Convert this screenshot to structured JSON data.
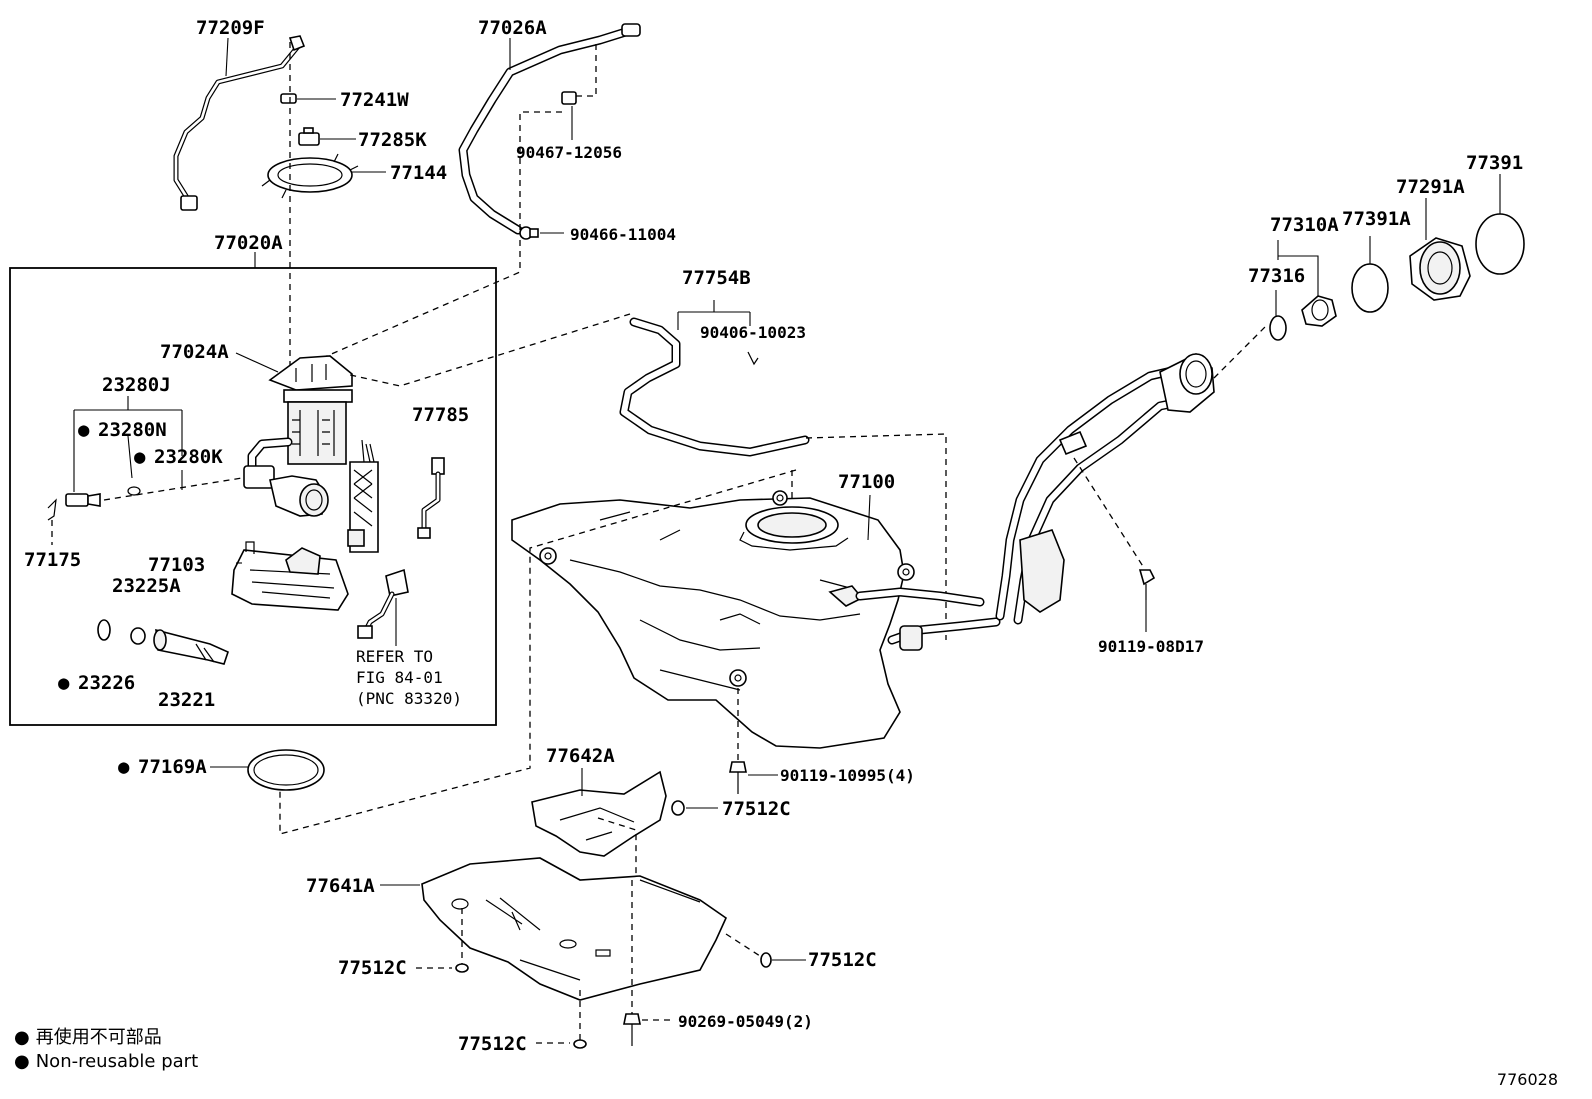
{
  "labels": {
    "p77209F": "77209F",
    "p77026A": "77026A",
    "p77241W": "77241W",
    "p77285K": "77285K",
    "p77144": "77144",
    "p90467_12056": "90467-12056",
    "p90466_11004": "90466-11004",
    "p77020A": "77020A",
    "p77754B": "77754B",
    "p90406_10023": "90406-10023",
    "p77024A": "77024A",
    "p23280J": "23280J",
    "p23280N": "23280N",
    "p23280K": "23280K",
    "p77785": "77785",
    "p77175": "77175",
    "p77103": "77103",
    "p23225A": "23225A",
    "p23226": "23226",
    "p23221": "23221",
    "refer1": "REFER TO",
    "refer2": "FIG 84-01",
    "refer3": "(PNC 83320)",
    "p77100": "77100",
    "p77391": "77391",
    "p77291A": "77291A",
    "p77310A": "77310A",
    "p77391A": "77391A",
    "p77316": "77316",
    "p90119_08D17": "90119-08D17",
    "p77169A": "77169A",
    "p77642A": "77642A",
    "p90119_10995": "90119-10995(4)",
    "p77512C_a": "77512C",
    "p77641A": "77641A",
    "p77512C_b": "77512C",
    "p77512C_c": "77512C",
    "p77512C_d": "77512C",
    "p90269_05049": "90269-05049(2)"
  },
  "non_reusable_marker": "●",
  "legend": {
    "line1": "再使用不可部品",
    "line2": "Non-reusable part"
  },
  "figure_number": "776028"
}
